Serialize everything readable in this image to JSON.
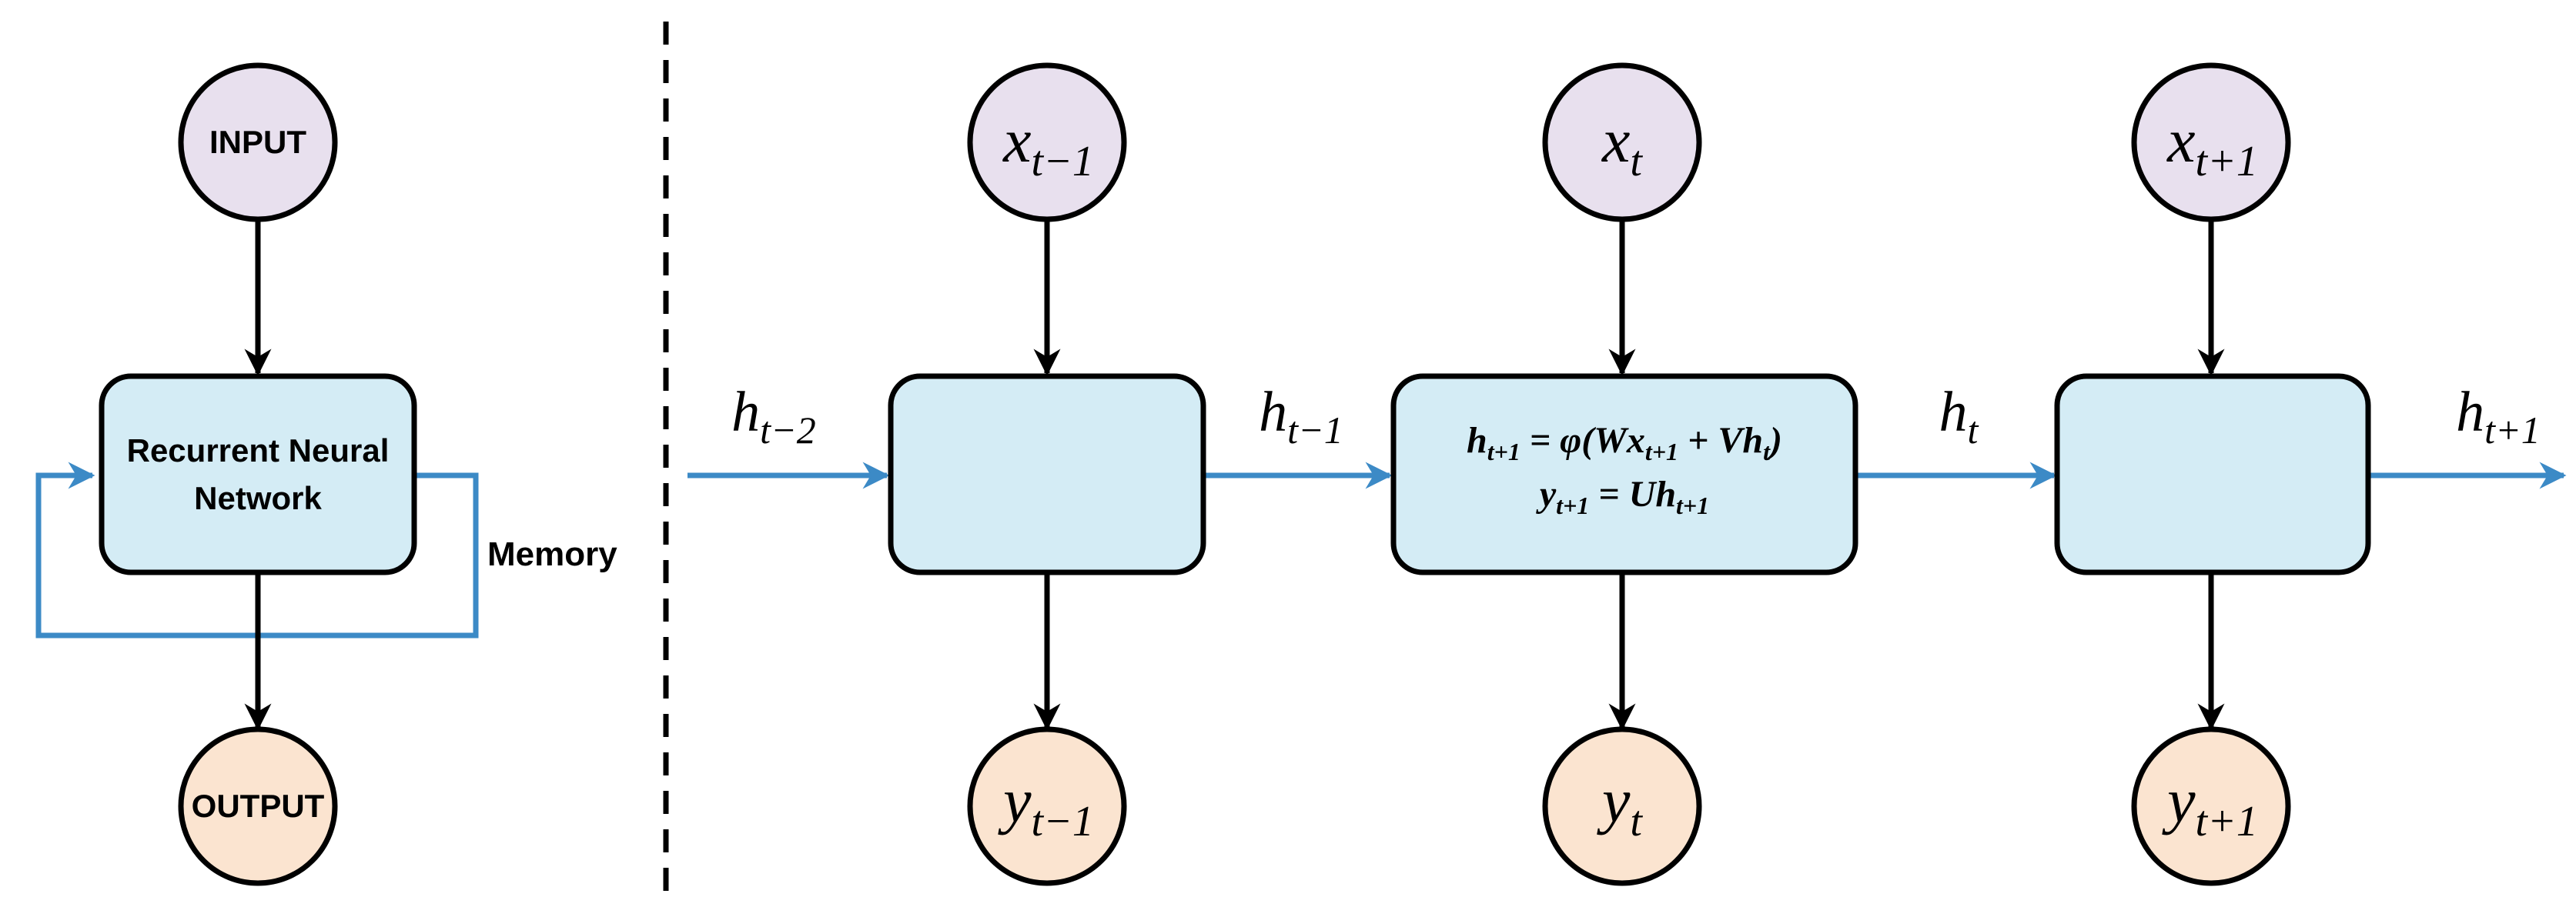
{
  "colors": {
    "input_fill": "#E8E0EE",
    "output_fill": "#FBE4D0",
    "cell_fill": "#D4ECF5",
    "stroke": "#000000",
    "recurrent_arrow": "#3C8AC6"
  },
  "folded": {
    "input_label": "INPUT",
    "output_label": "OUTPUT",
    "cell_label_line1": "Recurrent Neural",
    "cell_label_line2": "Network",
    "memory_label": "Memory"
  },
  "unfolded": {
    "hidden_labels": [
      {
        "base": "h",
        "sub": "t−2"
      },
      {
        "base": "h",
        "sub": "t−1"
      },
      {
        "base": "h",
        "sub": "t"
      },
      {
        "base": "h",
        "sub": "t+1"
      }
    ],
    "inputs": [
      {
        "base": "x",
        "sub": "t−1"
      },
      {
        "base": "x",
        "sub": "t"
      },
      {
        "base": "x",
        "sub": "t+1"
      }
    ],
    "outputs": [
      {
        "base": "y",
        "sub": "t−1"
      },
      {
        "base": "y",
        "sub": "t"
      },
      {
        "base": "y",
        "sub": "t+1"
      }
    ],
    "equation_1": {
      "lhs": "h",
      "lhs_sub": "t+1",
      "mid": " = φ(W",
      "x": "x",
      "x_sub": "t+1",
      "plus": " + V",
      "h": "h",
      "h_sub": "t",
      "end": ")"
    },
    "equation_2": {
      "lhs": "y",
      "lhs_sub": "t+1",
      "mid": " = U",
      "h": "h",
      "h_sub": "t+1"
    }
  }
}
